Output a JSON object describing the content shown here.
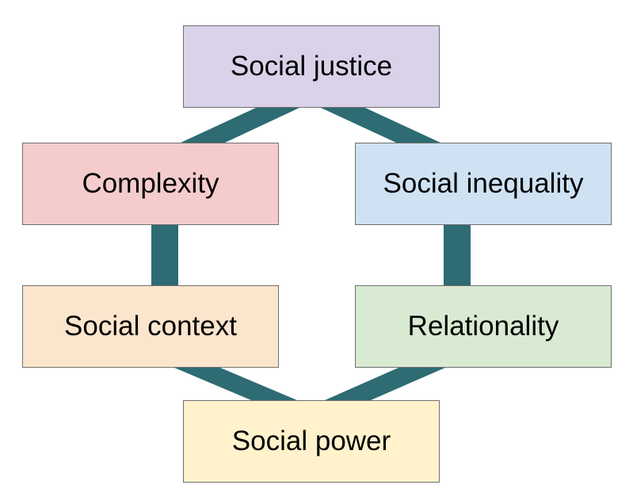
{
  "colors": {
    "connector": "#2e6b73",
    "border": "#6f6f6f"
  },
  "nodes": {
    "social_justice": {
      "label": "Social justice",
      "fill": "#d9d2e9"
    },
    "complexity": {
      "label": "Complexity",
      "fill": "#f4cccc"
    },
    "social_inequality": {
      "label": "Social inequality",
      "fill": "#cfe2f3"
    },
    "social_context": {
      "label": "Social context",
      "fill": "#fce5cd"
    },
    "relationality": {
      "label": "Relationality",
      "fill": "#d9ead3"
    },
    "social_power": {
      "label": "Social power",
      "fill": "#fff2cc"
    }
  },
  "edges": [
    [
      "social_justice",
      "complexity"
    ],
    [
      "social_justice",
      "social_inequality"
    ],
    [
      "complexity",
      "social_context"
    ],
    [
      "social_inequality",
      "relationality"
    ],
    [
      "social_context",
      "social_power"
    ],
    [
      "relationality",
      "social_power"
    ]
  ]
}
